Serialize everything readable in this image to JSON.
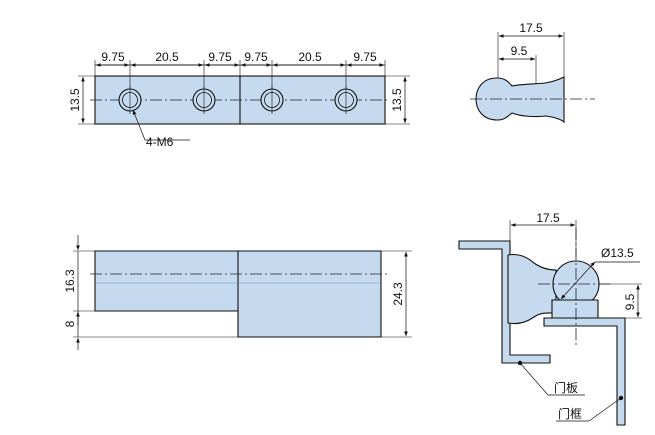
{
  "top_view": {
    "dims_top": [
      "9.75",
      "20.5",
      "9.75",
      "9.75",
      "20.5",
      "9.75"
    ],
    "left_height": "13.5",
    "right_height": "13.5",
    "hole_note": "4-M6"
  },
  "end_view": {
    "overall_width": "17.5",
    "inner_width": "9.5"
  },
  "side_view": {
    "upper_height": "16.3",
    "lower_height": "8",
    "total_height": "24.3"
  },
  "install_view": {
    "width": "17.5",
    "diameter": "Ø13.5",
    "offset": "9.5",
    "label_door_panel": "门板",
    "label_door_frame": "门框"
  }
}
